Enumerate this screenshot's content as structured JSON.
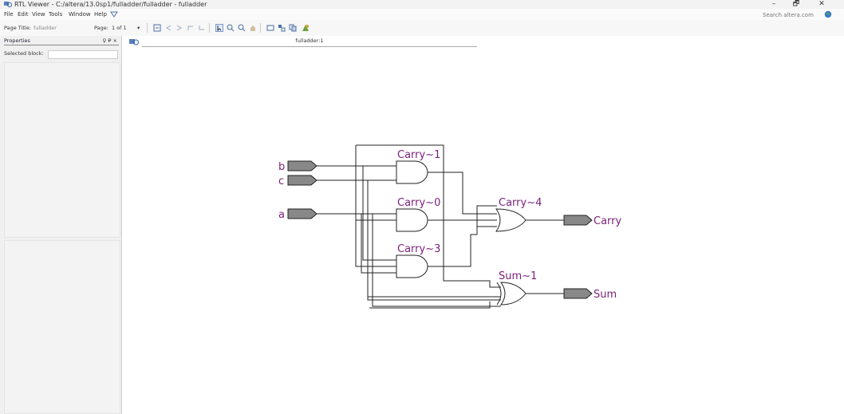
{
  "window": {
    "title": "RTL Viewer - C:/altera/13.0sp1/fulladder/fulladder - fulladder",
    "minimize": "–",
    "maximize": "🗗",
    "close": "✕"
  },
  "menu": {
    "items": [
      "File",
      "Edit",
      "View",
      "Tools",
      "Window",
      "Help"
    ],
    "search_placeholder": "Search altera.com"
  },
  "toolbar": {
    "page_title_label": "Page Title:",
    "page_title_value": "fulladder",
    "page_label": "Page:",
    "page_value": "1 of 1"
  },
  "properties": {
    "title": "Properties",
    "controls": "♀ ₽ ×",
    "selected_block_label": "Selected block:",
    "selected_block_value": ""
  },
  "tab": {
    "label": "fulladder:1"
  },
  "schematic": {
    "inputs": [
      "b",
      "c",
      "a"
    ],
    "outputs": [
      "Carry",
      "Sum"
    ],
    "gates": [
      {
        "name": "Carry~1",
        "type": "and"
      },
      {
        "name": "Carry~0",
        "type": "and"
      },
      {
        "name": "Carry~3",
        "type": "and"
      },
      {
        "name": "Carry~4",
        "type": "or"
      },
      {
        "name": "Sum~1",
        "type": "xor"
      }
    ]
  },
  "colors": {
    "label": "#7a1e7a",
    "port_fill": "#888888",
    "wire": "#222222"
  }
}
